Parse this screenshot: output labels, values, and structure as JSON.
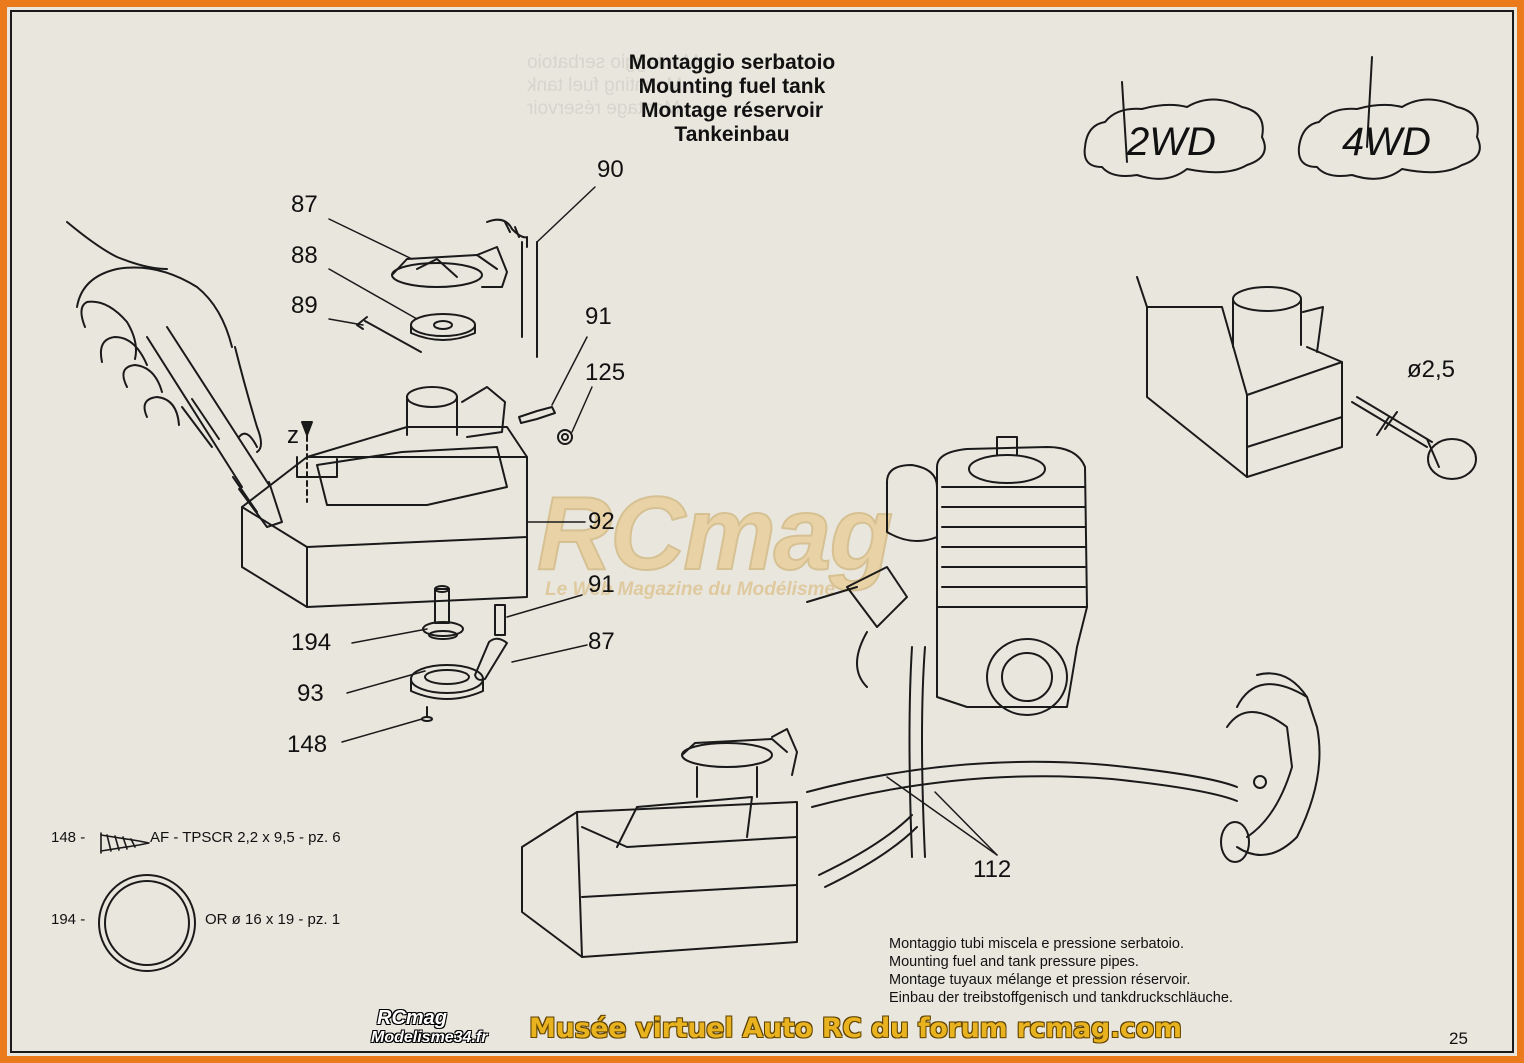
{
  "titles": {
    "it": "Montaggio serbatoio",
    "en": "Mounting fuel tank",
    "fr": "Montage réservoir",
    "de": "Tankeinbau"
  },
  "drive_labels": [
    "2WD",
    "4WD"
  ],
  "part_labels": [
    "87",
    "88",
    "89",
    "90",
    "91",
    "125",
    "92",
    "91",
    "194",
    "87",
    "93",
    "148",
    "112"
  ],
  "axis_label": "z",
  "dimension_label": "ø2,5",
  "legend": [
    {
      "number": "148 -",
      "text": "AF - TPSCR 2,2 x 9,5 - pz. 6",
      "icon": "screw-icon"
    },
    {
      "number": "194 -",
      "text": "OR ø 16 x 19 - pz. 1",
      "icon": "o-ring-icon"
    }
  ],
  "pipes_caption": [
    "Montaggio tubi miscela e pressione serbatoio.",
    "Mounting fuel and tank pressure pipes.",
    "Montage tuyaux mélange et pression réservoir.",
    "Einbau der treibstoffgenisch und tankdruckschläuche."
  ],
  "watermark": {
    "main": "RCmag",
    "subtitle": "Le Web Magazine du Modélisme"
  },
  "footer": {
    "logo_top": "RCmag",
    "logo_bottom": "Modelisme34.fr",
    "banner": "Musée virtuel Auto RC du forum rcmag.com"
  },
  "page_number": "25",
  "colors": {
    "frame": "#ea7a1c",
    "paper": "#e9e6de",
    "ink": "#111111",
    "banner": "#e9b31f"
  }
}
